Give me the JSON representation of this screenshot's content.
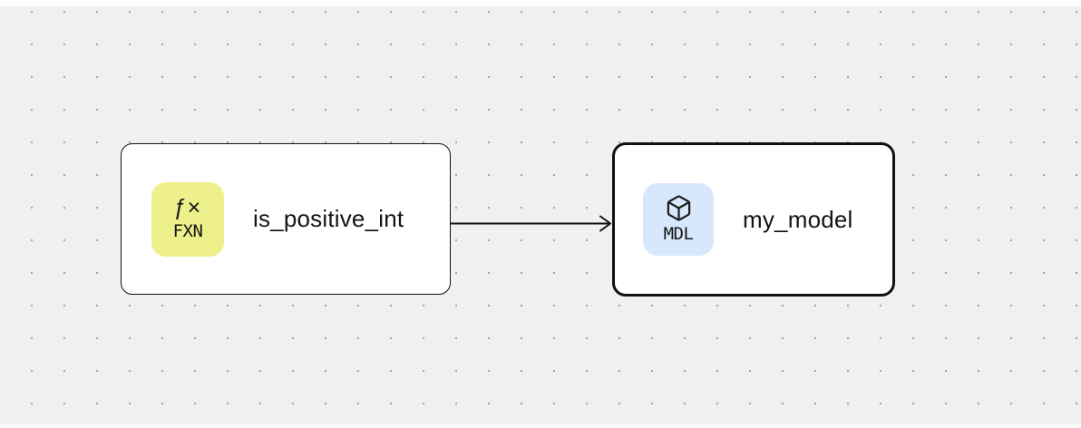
{
  "canvas": {
    "background_color": "#f0f0f1",
    "dot_color": "#a6a6a6",
    "stroke_color": "#111111"
  },
  "nodes": [
    {
      "title": "is_positive_int",
      "type": "function",
      "selected": false,
      "badge": {
        "glyph": "ƒ×",
        "label": "FXN",
        "color": "#eef08b",
        "icon": "function-icon"
      }
    },
    {
      "title": "my_model",
      "type": "model",
      "selected": true,
      "badge": {
        "label": "MDL",
        "color": "#d8e8fc",
        "icon": "cube-icon"
      }
    }
  ],
  "edges": [
    {
      "from": "is_positive_int",
      "to": "my_model"
    }
  ]
}
